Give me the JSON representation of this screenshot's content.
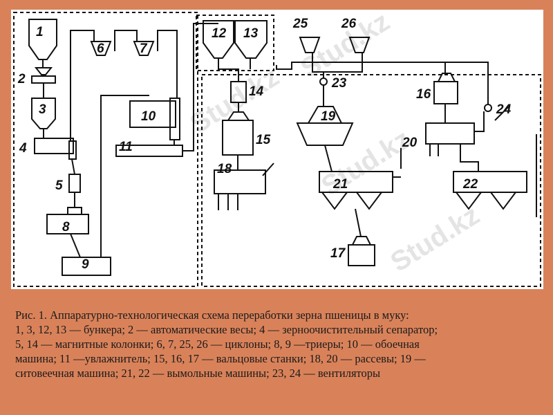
{
  "labels": {
    "l1": "1",
    "l2": "2",
    "l3": "3",
    "l4": "4",
    "l5": "5",
    "l6": "6",
    "l7": "7",
    "l8": "8",
    "l9": "9",
    "l10": "10",
    "l11": "11",
    "l12": "12",
    "l13": "13",
    "l14": "14",
    "l15": "15",
    "l16": "16",
    "l17": "17",
    "l18": "18",
    "l19": "19",
    "l20": "20",
    "l21": "21",
    "l22": "22",
    "l23": "23",
    "l24": "24",
    "l25": "25",
    "l26": "26"
  },
  "watermark": "Stud.kz",
  "caption": {
    "line1": "Рис. 1. Аппаратурно-технологическая схема переработки зерна пшеницы в муку:",
    "line2": "1, 3, 12, 13 — бункера; 2 — автоматические весы; 4 — зерноочистительный сепаратор;",
    "line3": "5, 14 — магнитные колонки; 6, 7, 25, 26 — циклоны; 8, 9 —триеры; 10 — обоечная",
    "line4": "машина; 11 —увлажнитель; 15, 16, 17 — вальцовые станки; 18, 20 — рассевы; 19 —",
    "line5": "ситовеечная машина; 21, 22 — вымольные машины; 23, 24 — вентиляторы"
  }
}
